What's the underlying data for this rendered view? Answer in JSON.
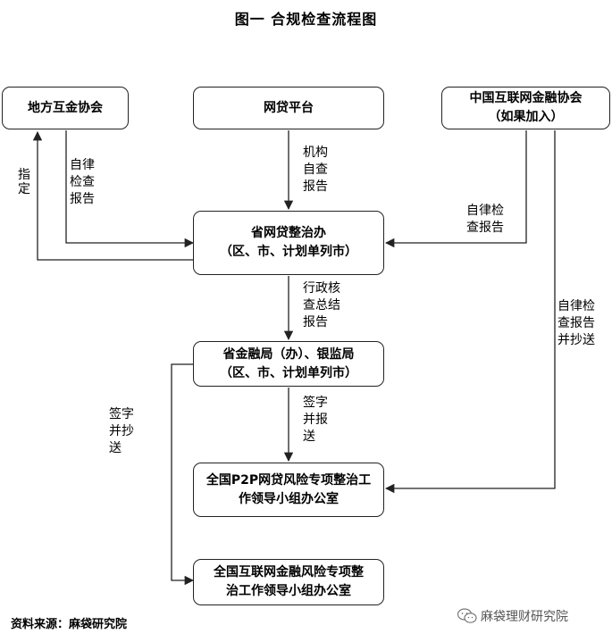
{
  "title": "图一  合规检查流程图",
  "nodes": {
    "local_association": "地方互金协会",
    "platform": "网贷平台",
    "nifa": [
      "中国互联网金融协会",
      "（如果加入）"
    ],
    "provincial_office": [
      "省网贷整治办",
      "（区、市、计划单列市）"
    ],
    "regulator": [
      "省金融局（办）、银监局",
      "（区、市、计划单列市）"
    ],
    "p2p_office": [
      "全国P2P网贷风险专项整治工",
      "作领导小组办公室"
    ],
    "internet_finance_office": [
      "全国互联网金融风险专项整",
      "治工作领导小组办公室"
    ]
  },
  "edge_labels": {
    "guidance": "指定",
    "self_regulation_report": [
      "自律",
      "检查",
      "报告"
    ],
    "institution_self_check": [
      "机构",
      "自查",
      "报告"
    ],
    "nifa_to_provincial": [
      "自律检",
      "查报告"
    ],
    "admin_summary": [
      "行政核",
      "查总结",
      "报告"
    ],
    "nifa_to_p2p": [
      "自律检",
      "查报告",
      "并抄送"
    ],
    "sign_submit": [
      "签字",
      "并报",
      "送"
    ],
    "sign_copy": [
      "签字",
      "并抄",
      "送"
    ]
  },
  "footer": {
    "source": "资料来源：麻袋研究院",
    "watermark": "麻袋理财研究院"
  },
  "colors": {
    "line": "#222222",
    "background": "#ffffff",
    "watermark": "#555555"
  }
}
